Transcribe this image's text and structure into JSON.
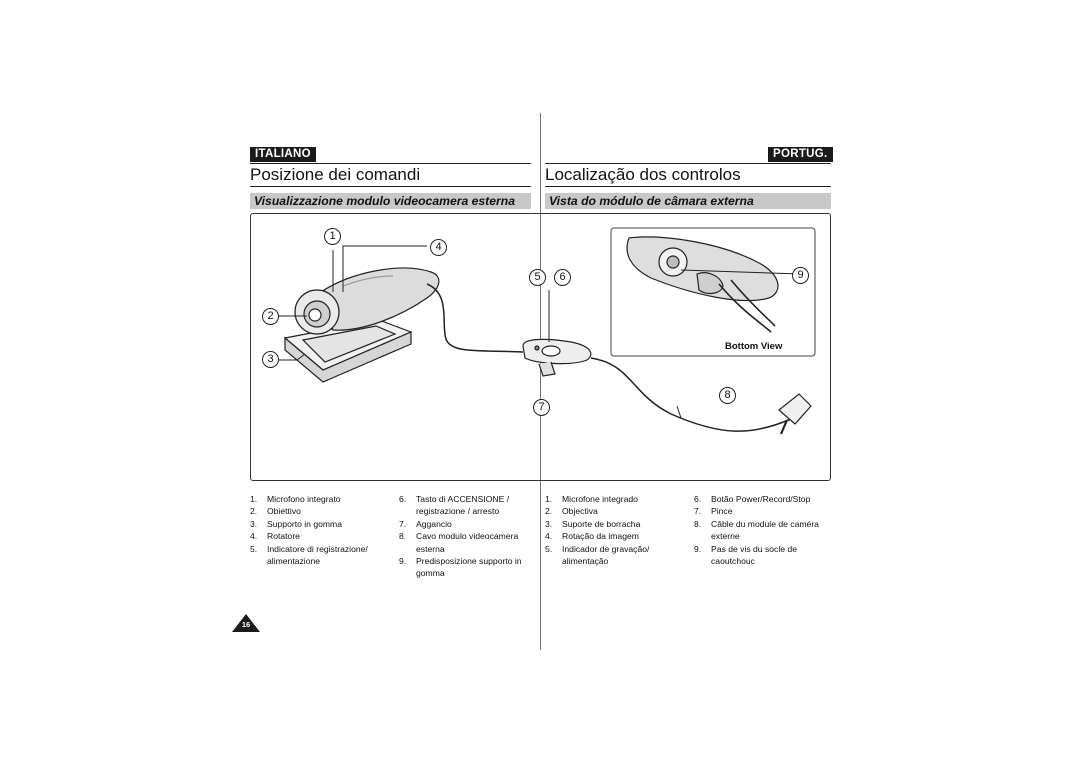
{
  "left": {
    "lang": "ITALIANO",
    "title": "Posizione dei comandi",
    "subtitle": "Visualizzazione modulo videocamera esterna",
    "col1": [
      {
        "n": "1.",
        "t": "Microfono integrato"
      },
      {
        "n": "2.",
        "t": "Obiettivo"
      },
      {
        "n": "3.",
        "t": "Supporto in gomma"
      },
      {
        "n": "4.",
        "t": "Rotatore"
      },
      {
        "n": "5.",
        "t": "Indicatore di registrazione/ alimentazione"
      }
    ],
    "col2": [
      {
        "n": "6.",
        "t": "Tasto di ACCENSIONE / registrazione / arresto"
      },
      {
        "n": "7.",
        "t": "Aggancio"
      },
      {
        "n": "8.",
        "t": "Cavo modulo videocamera esterna"
      },
      {
        "n": "9.",
        "t": "Predisposizione supporto in gomma"
      }
    ]
  },
  "right": {
    "lang": "PORTUG.",
    "title": "Localização dos controlos",
    "subtitle": "Vista do módulo de câmara externa",
    "col1": [
      {
        "n": "1.",
        "t": "Microfone integrado"
      },
      {
        "n": "2.",
        "t": "Objectiva"
      },
      {
        "n": "3.",
        "t": "Suporte de borracha"
      },
      {
        "n": "4.",
        "t": "Rotação da imagem"
      },
      {
        "n": "5.",
        "t": "Indicador de gravação/ alimentação"
      }
    ],
    "col2": [
      {
        "n": "6.",
        "t": "Botão Power/Record/Stop"
      },
      {
        "n": "7.",
        "t": "Pince"
      },
      {
        "n": "8.",
        "t": "Câble du module de caméra externe"
      },
      {
        "n": "9.",
        "t": "Pas de vis du socle de caoutchouc"
      }
    ]
  },
  "figure": {
    "bottom_view_label": "Bottom View",
    "callouts": [
      "1",
      "2",
      "3",
      "4",
      "5",
      "6",
      "7",
      "8",
      "9"
    ]
  },
  "page_number": "16"
}
